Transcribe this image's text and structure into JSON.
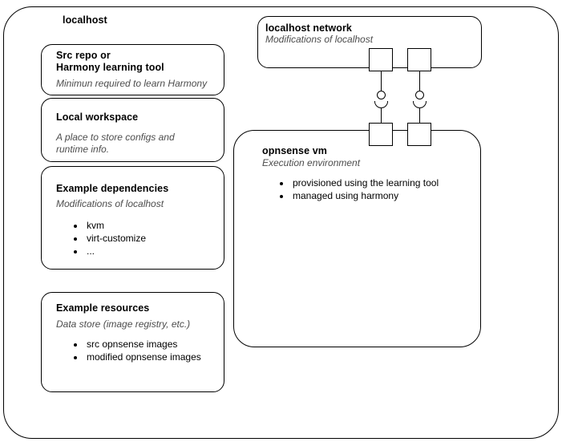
{
  "diagram": {
    "type": "component-diagram",
    "host": {
      "title": "localhost",
      "components": [
        {
          "name": "src-repo-harmony-learning-tool",
          "title_line1": "Src repo or",
          "title_line2": "Harmony learning tool",
          "subtitle": "Minimun required to learn Harmony",
          "items": []
        },
        {
          "name": "local-workspace",
          "title_line1": "Local workspace",
          "title_line2": "",
          "subtitle": "A place to store configs and runtime info.",
          "items": []
        },
        {
          "name": "example-dependencies",
          "title_line1": "Example dependencies",
          "title_line2": "",
          "subtitle": "Modifications of localhost",
          "items": [
            "kvm",
            "virt-customize",
            "..."
          ]
        },
        {
          "name": "example-resources",
          "title_line1": "Example resources",
          "title_line2": "",
          "subtitle": "Data store (image registry, etc.)",
          "items": [
            "src opnsense images",
            "modified opnsense images"
          ]
        }
      ]
    },
    "network": {
      "name": "localhost-network",
      "title": "localhost network",
      "subtitle": "Modifications of localhost"
    },
    "vm": {
      "name": "opnsense-vm",
      "title": "opnsense vm",
      "subtitle": "Execution environment",
      "items": [
        "provisioned using the learning tool",
        "managed using harmony"
      ]
    },
    "connectors": [
      {
        "name": "assembly-connector-1",
        "kind": "ball-and-socket"
      },
      {
        "name": "assembly-connector-2",
        "kind": "ball-and-socket"
      }
    ],
    "colors": {
      "stroke": "#000000",
      "background": "#ffffff",
      "subtitle_text": "#4d4d4d"
    }
  }
}
